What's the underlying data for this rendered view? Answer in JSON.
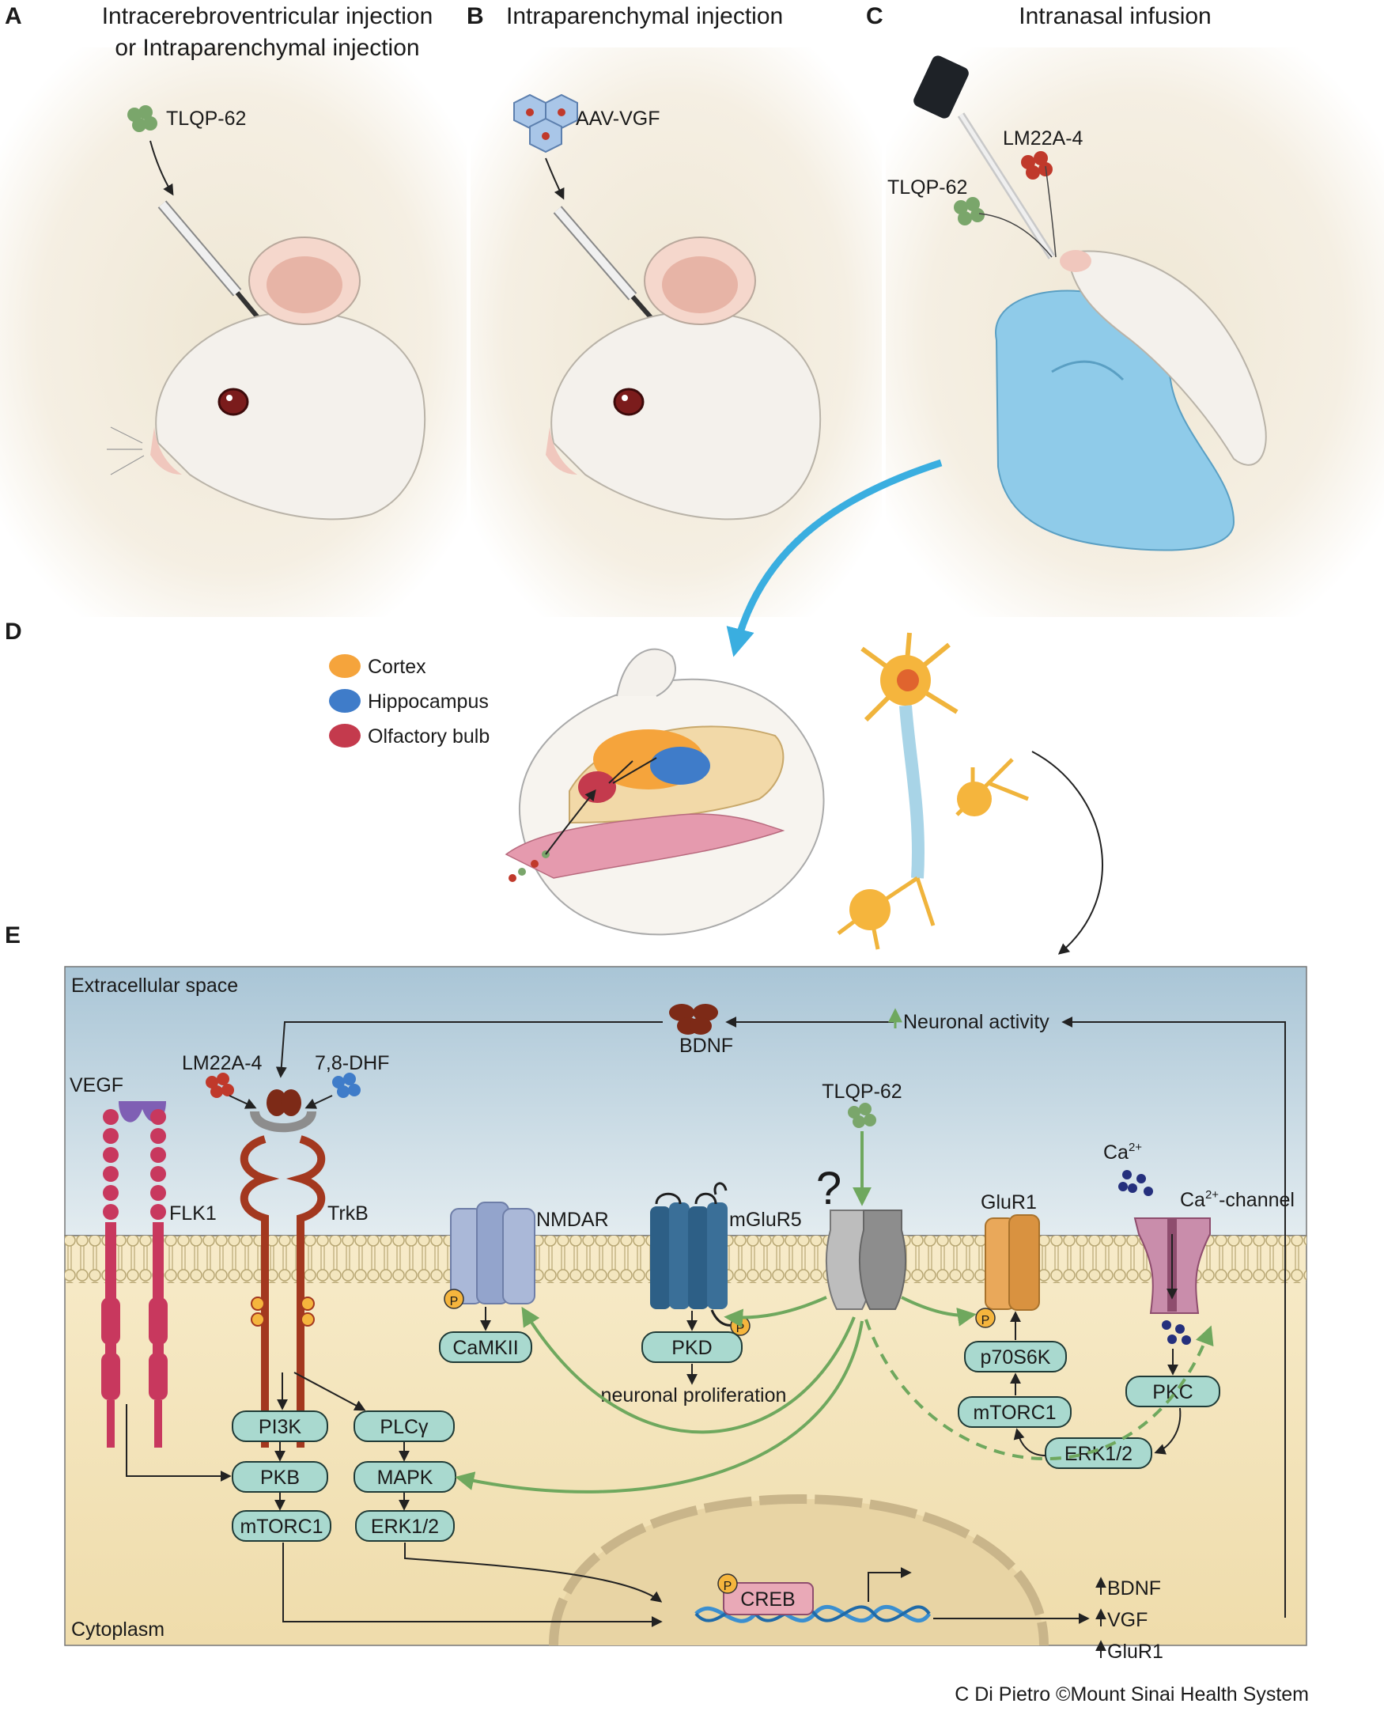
{
  "panels": {
    "a": {
      "letter": "A",
      "title_line1": "Intracerebroventricular injection",
      "title_line2": "or Intraparenchymal injection",
      "compound": "TLQP-62"
    },
    "b": {
      "letter": "B",
      "title": "Intraparenchymal injection",
      "compound": "AAV-VGF"
    },
    "c": {
      "letter": "C",
      "title": "Intranasal infusion",
      "compound1": "LM22A-4",
      "compound2": "TLQP-62"
    },
    "d": {
      "letter": "D",
      "legend": [
        "Cortex",
        "Hippocampus",
        "Olfactory bulb"
      ]
    },
    "e": {
      "letter": "E",
      "extracellular": "Extracellular space",
      "cytoplasm": "Cytoplasm",
      "bdnf": "BDNF",
      "neuronal_activity": "Neuronal activity",
      "lm22a4": "LM22A-4",
      "dhf": "7,8-DHF",
      "vegf": "VEGF",
      "tlqp62": "TLQP-62",
      "question": "?",
      "ca": "Ca",
      "ca_sup": "2+",
      "ca_channel_a": "Ca",
      "ca_channel_sup": "2+",
      "ca_channel_b": "-channel",
      "receptors": {
        "flk1": "FLK1",
        "trkb": "TrkB",
        "nmdar": "NMDAR",
        "mglur5": "mGluR5",
        "glur1": "GluR1"
      },
      "phospho": "P",
      "boxes": {
        "camkii": "CaMKII",
        "pkd": "PKD",
        "p70s6k": "p70S6K",
        "mtorc1_right": "mTORC1",
        "pkc": "PKC",
        "erk_right": "ERK1/2",
        "pi3k": "PI3K",
        "plcg": "PLCγ",
        "pkb": "PKB",
        "mapk": "MAPK",
        "mtorc1_left": "mTORC1",
        "erk_left": "ERK1/2",
        "creb": "CREB"
      },
      "neuronal_proliferation": "neuronal proliferation",
      "outputs": [
        "BDNF",
        "VGF",
        "GluR1"
      ]
    }
  },
  "credit": "C Di Pietro ©Mount Sinai Health System",
  "colors": {
    "membrane_head": "#efe3c2",
    "cyto": "#f1e2b6",
    "extra": "#b9d1de",
    "box": "#a9d9cf",
    "arrow_green": "#6fa85e",
    "trkb": "#9a3522",
    "flk1": "#c8385e"
  }
}
